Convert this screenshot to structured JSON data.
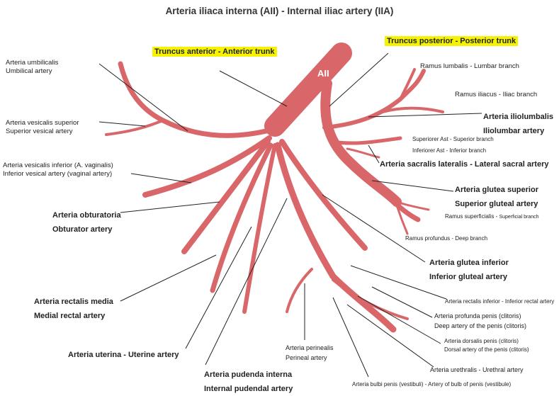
{
  "title": "Arteria iliaca interna (AII) - Internal iliac artery (IIA)",
  "colors": {
    "artery": "#d9676a",
    "artery_dark": "#b34a4d",
    "highlight": "#f5f300",
    "leader": "#222222"
  },
  "trunk_label": "AII",
  "labels": {
    "anterior_trunk": "Truncus anterior - Anterior trunk",
    "posterior_trunk": "Truncus posterior - Posterior trunk",
    "umbilical_1": "Arteria umbilicalis",
    "umbilical_2": "Umbilical artery",
    "ves_sup_1": "Arteria   vesicalis  superior",
    "ves_sup_2": "Superior vesical artery",
    "ves_inf_1": "Arteria vesicalis inferior (A. vaginalis)",
    "ves_inf_2": "Inferior vesical artery (vaginal artery)",
    "obturator_1": "Arteria obturatoria",
    "obturator_2": "Obturator artery",
    "rectal_media_1": "Arteria rectalis media",
    "rectal_media_2": "Medial rectal artery",
    "uterine": "Arteria uterina   - Uterine artery",
    "pudenda_1": "Arteria pudenda interna",
    "pudenda_2": "Internal pudendal artery",
    "perineal_1": "Arteria perinealis",
    "perineal_2": "Perineal artery",
    "bulbi": "Arteria bulbi penis (vestibuli) - Artery of bulb of penis (vestibule)",
    "urethral": "Arteria urethralis - Urethral artery",
    "dorsalis_1": "Arteria dorsalis penis (clitoris)",
    "dorsalis_2": "Dorsal artery of the penis (clitoris)",
    "profunda_1": "Arteria profunda penis (clitoris)",
    "profunda_2": "Deep artery of the penis (clitoris)",
    "rectal_inf": "Arteria rectalis  inferior - Inferior rectal artery",
    "glut_inf_1": "Arteria glutea inferior",
    "glut_inf_2": "Inferior gluteal artery",
    "ramus_prof": "Ramus profundus  - Deep branch",
    "ramus_superf_a": "Ramus superficialis - ",
    "ramus_superf_b": "Superficial branch",
    "glut_sup_1": "Arteria glutea superior",
    "glut_sup_2": "Superior gluteal artery",
    "sacral_lat": "Arteria sacralis lateralis - Lateral sacral artery",
    "sup_ast": "Superiorer Ast - Superior branch",
    "inf_ast": "Inferiorer Ast - Inferior branch",
    "iliolumb_1": "Arteria iliolumbalis",
    "iliolumb_2": "Iliolumbar artery",
    "ramus_iliacus": "Ramus iliacus - Iliac branch",
    "ramus_lumbalis": "Ramus lumbalis - Lumbar branch"
  }
}
